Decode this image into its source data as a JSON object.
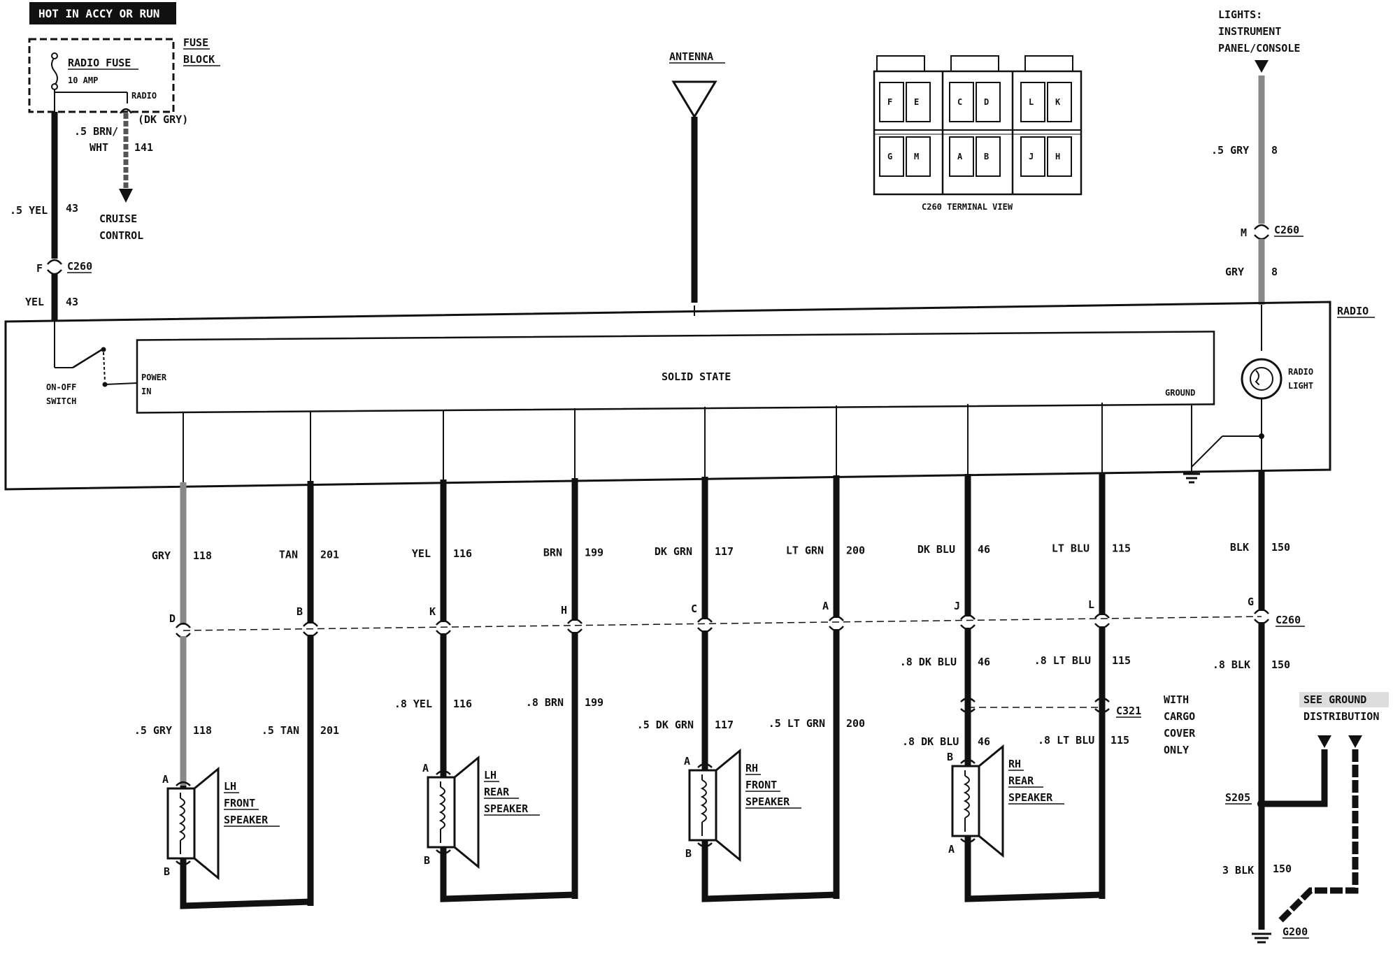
{
  "power": {
    "header": "HOT IN ACCY OR RUN",
    "fuse_name": "RADIO FUSE",
    "fuse_rating": "10 AMP",
    "fuse_block_1": "FUSE",
    "fuse_block_2": "BLOCK",
    "radio_tap": "RADIO",
    "dk_gry": "(DK GRY)",
    "brn_wht_1": ".5 BRN/",
    "brn_wht_2": "WHT",
    "circuit_141": "141",
    "cruise_1": "CRUISE",
    "cruise_2": "CONTROL",
    "yel_upper": ".5 YEL",
    "circuit_43_upper": "43",
    "c260_pin_f": "F",
    "c260_f": "C260",
    "yel_lower": "YEL",
    "circuit_43_lower": "43"
  },
  "antenna": {
    "label": "ANTENNA"
  },
  "terminal_view": {
    "caption": "C260 TERMINAL VIEW",
    "pins_top": [
      "F",
      "E",
      "C",
      "D",
      "L",
      "K"
    ],
    "pins_bottom": [
      "G",
      "M",
      "A",
      "B",
      "J",
      "H"
    ]
  },
  "lights": {
    "label_1": "LIGHTS:",
    "label_2": "INSTRUMENT",
    "label_3": "PANEL/CONSOLE",
    "gry_upper": ".5 GRY",
    "circuit_8_upper": "8",
    "pin_m": "M",
    "c260_m": "C260",
    "gry_lower": "GRY",
    "circuit_8_lower": "8"
  },
  "radio": {
    "label": "RADIO",
    "solid_state": "SOLID STATE",
    "power_in_1": "POWER",
    "power_in_2": "IN",
    "ground": "GROUND",
    "switch_1": "ON-OFF",
    "switch_2": "SWITCH",
    "radio_light_1": "RADIO",
    "radio_light_2": "LIGHT"
  },
  "wires": [
    {
      "color": "GRY",
      "circuit": "118",
      "pin": "D"
    },
    {
      "color": "TAN",
      "circuit": "201",
      "pin": "B"
    },
    {
      "color": "YEL",
      "circuit": "116",
      "pin": "K"
    },
    {
      "color": "BRN",
      "circuit": "199",
      "pin": "H"
    },
    {
      "color": "DK GRN",
      "circuit": "117",
      "pin": "C"
    },
    {
      "color": "LT GRN",
      "circuit": "200",
      "pin": "A"
    },
    {
      "color": "DK BLU",
      "circuit": "46",
      "pin": "J"
    },
    {
      "color": "LT BLU",
      "circuit": "115",
      "pin": "L"
    },
    {
      "color": "BLK",
      "circuit": "150",
      "pin": "G"
    }
  ],
  "lower_wires": [
    {
      "color": ".5 GRY",
      "circuit": "118"
    },
    {
      "color": ".5 TAN",
      "circuit": "201"
    },
    {
      "color": ".8 YEL",
      "circuit": "116"
    },
    {
      "color": ".8 BRN",
      "circuit": "199"
    },
    {
      "color": ".5 DK GRN",
      "circuit": "117"
    },
    {
      "color": ".5 LT GRN",
      "circuit": "200"
    },
    {
      "color": ".8 DK BLU",
      "circuit": "46"
    },
    {
      "color": ".8 LT BLU",
      "circuit": "115"
    },
    {
      "color": ".8 BLK",
      "circuit": "150"
    }
  ],
  "c260_bottom": "C260",
  "c321": {
    "label": "C321",
    "below_left_color": ".8 DK BLU",
    "below_left_circuit": "46",
    "below_right_color": ".8 LT BLU",
    "below_right_circuit": "115",
    "note_1": "WITH",
    "note_2": "CARGO",
    "note_3": "COVER",
    "note_4": "ONLY"
  },
  "speakers": [
    {
      "name_1": "LH",
      "name_2": "FRONT",
      "name_3": "SPEAKER",
      "pin_top": "A",
      "pin_bottom": "B"
    },
    {
      "name_1": "LH",
      "name_2": "REAR",
      "name_3": "SPEAKER",
      "pin_top": "A",
      "pin_bottom": "B"
    },
    {
      "name_1": "RH",
      "name_2": "FRONT",
      "name_3": "SPEAKER",
      "pin_top": "A",
      "pin_bottom": "B"
    },
    {
      "name_1": "RH",
      "name_2": "REAR",
      "name_3": "SPEAKER",
      "pin_top": "B",
      "pin_bottom": "A"
    }
  ],
  "ground": {
    "see_1": "SEE GROUND",
    "see_2": "DISTRIBUTION",
    "s205": "S205",
    "blk3": "3 BLK",
    "circuit_150": "150",
    "g200": "G200"
  }
}
